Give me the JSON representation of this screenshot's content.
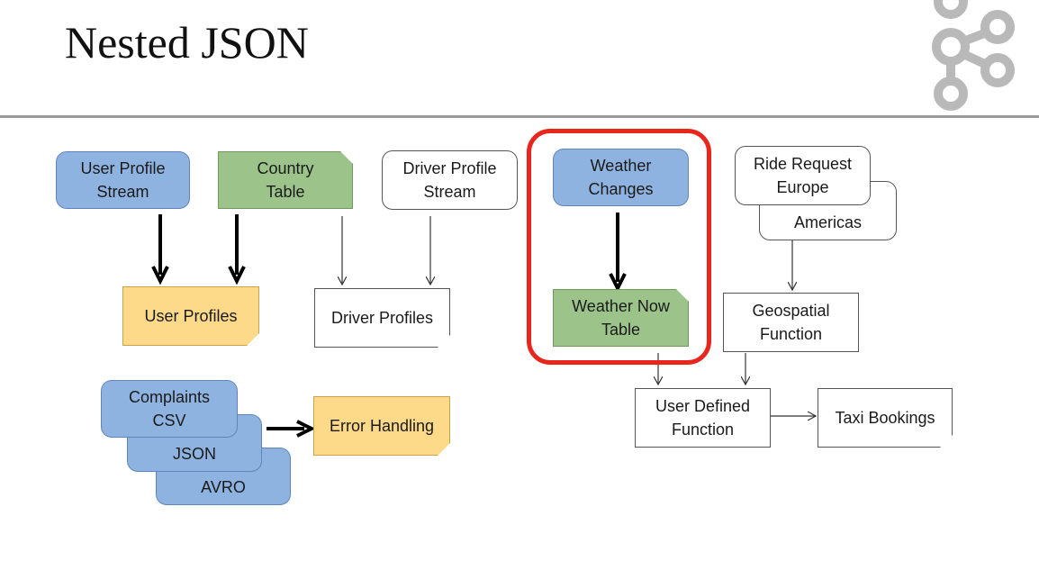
{
  "title": "Nested JSON",
  "nodes": {
    "user_profile_stream": "User Profile\nStream",
    "country_table": "Country\nTable",
    "driver_profile_stream": "Driver Profile\nStream",
    "weather_changes": "Weather\nChanges",
    "ride_request_europe": "Ride Request\nEurope",
    "americas": "Americas",
    "user_profiles": "User Profiles",
    "driver_profiles": "Driver Profiles",
    "weather_now_table": "Weather Now\nTable",
    "geospatial_function": "Geospatial\nFunction",
    "complaints_csv": "Complaints\nCSV",
    "json": "JSON",
    "avro": "AVRO",
    "error_handling": "Error Handling",
    "user_defined_function": "User Defined\nFunction",
    "taxi_bookings": "Taxi Bookings"
  },
  "colors": {
    "stream_blue": "#8fb3e0",
    "table_green": "#9cc48a",
    "output_orange": "#fdd98a",
    "highlight_red": "#e8261d"
  }
}
